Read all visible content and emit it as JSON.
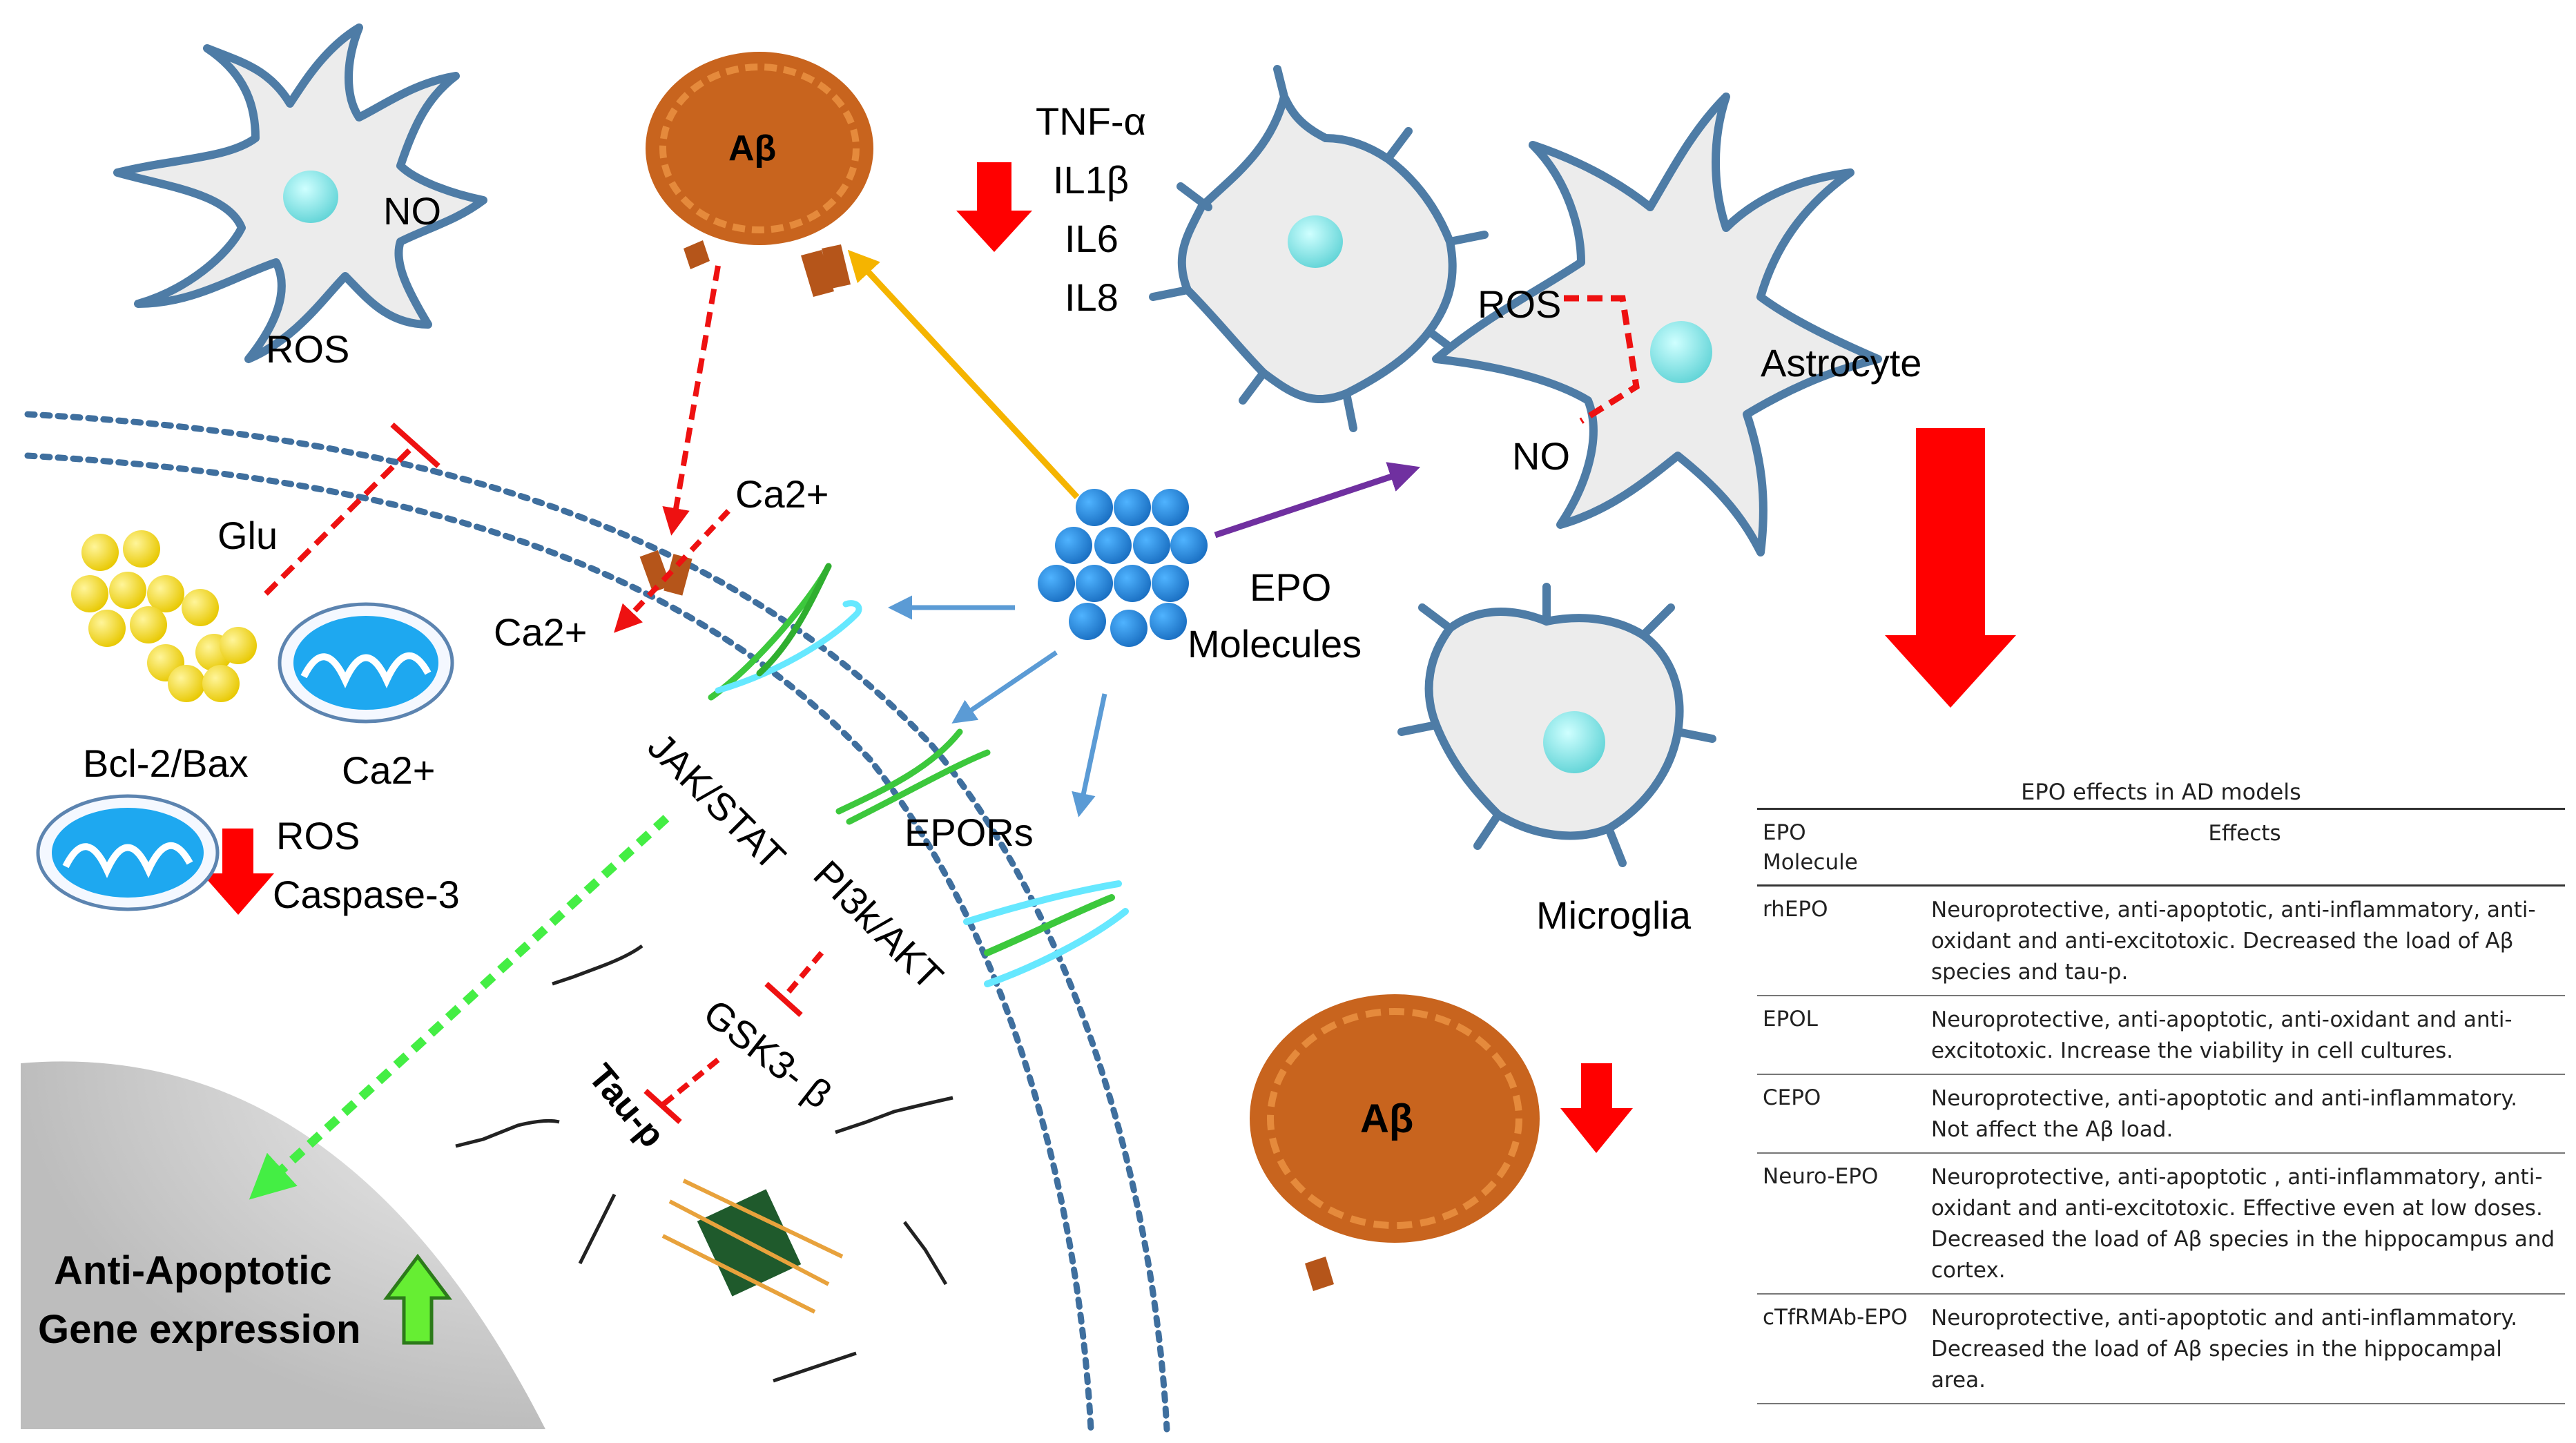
{
  "labels": {
    "ab_top": "Aβ",
    "ab_bottom": "Aβ",
    "no_neuron": "NO",
    "ros_neuron": "ROS",
    "cytokines": [
      "TNF-α",
      "IL1β",
      "IL6",
      "IL8"
    ],
    "ros_astro": "ROS",
    "no_astro": "NO",
    "astrocyte": "Astrocyte",
    "microglia": "Microglia",
    "epo_line1": "EPO",
    "epo_line2": "Molecules",
    "ca_top": "Ca2+",
    "ca_left": "Ca2+",
    "ca_mito": "Ca2+",
    "glu": "Glu",
    "bcl": "Bcl-2/Bax",
    "ros_mito": "ROS",
    "caspase": "Caspase-3",
    "jak": "JAK/STAT",
    "pi3k": "PI3k/AKT",
    "gsk": "GSK3- β",
    "tau": "Tau-p",
    "epors": "EPORs",
    "anti_line1": "Anti-Apoptotic",
    "anti_line2": "Gene expression"
  },
  "table": {
    "title": "EPO effects in AD models",
    "header": {
      "molecule": "EPO\nMolecule",
      "effects": "Effects"
    },
    "rows": [
      {
        "molecule": "rhEPO",
        "effects": "Neuroprotective, anti-apoptotic, anti-inflammatory, anti-oxidant and anti-excitotoxic. Decreased the load of Aβ species and tau-p."
      },
      {
        "molecule": "EPOL",
        "effects": "Neuroprotective, anti-apoptotic, anti-oxidant and anti-excitotoxic. Increase the viability in cell cultures."
      },
      {
        "molecule": "CEPO",
        "effects": "Neuroprotective, anti-apoptotic and anti-inflammatory. Not affect the Aβ load."
      },
      {
        "molecule": "Neuro-EPO",
        "effects": "Neuroprotective, anti-apoptotic , anti-inflammatory, anti-oxidant and anti-excitotoxic. Effective even at low doses. Decreased the load of Aβ species in the hippocampus and cortex."
      },
      {
        "molecule": "cTfRMAb-EPO",
        "effects": "Neuroprotective, anti-apoptotic and anti-inflammatory. Decreased the load of Aβ species in the hippocampal area."
      }
    ]
  },
  "colors": {
    "cell_outline": "#4e7ca6",
    "cell_fill": "#ececec",
    "nucleus": "#7fe3e3",
    "epo": "#2a8fdd",
    "down_arrow": "#ff0000",
    "up_arrow": "#66ee33",
    "amyloid": "#c8641e",
    "membrane": "#3f6f9e"
  }
}
